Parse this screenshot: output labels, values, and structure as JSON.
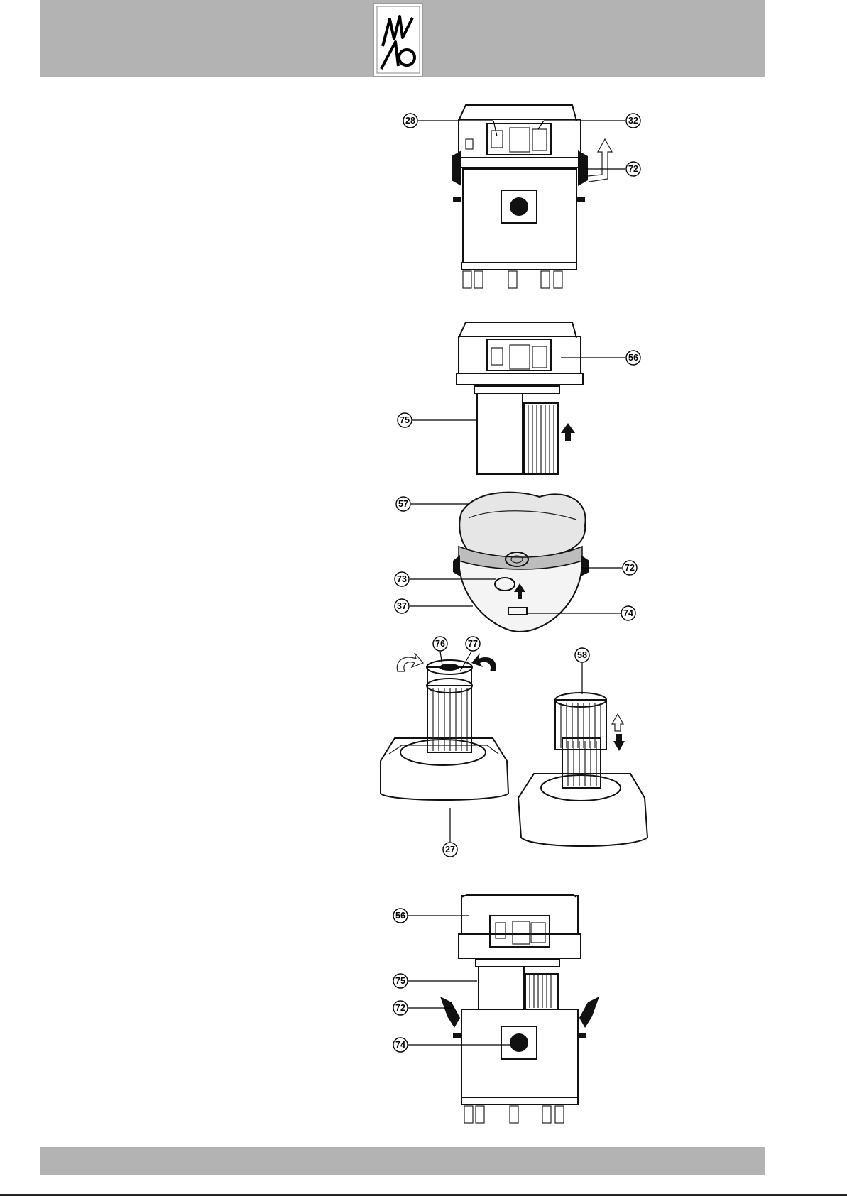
{
  "header": {
    "logo_icon": "kew-logo-icon",
    "color": "#b3b3b3"
  },
  "footer": {
    "color": "#b3b3b3"
  },
  "figures": [
    {
      "name": "figure-1",
      "callouts": [
        "28",
        "32",
        "72"
      ]
    },
    {
      "name": "figure-2",
      "callouts": [
        "56",
        "75"
      ]
    },
    {
      "name": "figure-3",
      "callouts": [
        "57",
        "72",
        "73",
        "37",
        "74"
      ]
    },
    {
      "name": "figure-4",
      "callouts": [
        "76",
        "77",
        "58",
        "27"
      ]
    },
    {
      "name": "figure-5",
      "callouts": [
        "56",
        "75",
        "72",
        "74"
      ]
    }
  ]
}
